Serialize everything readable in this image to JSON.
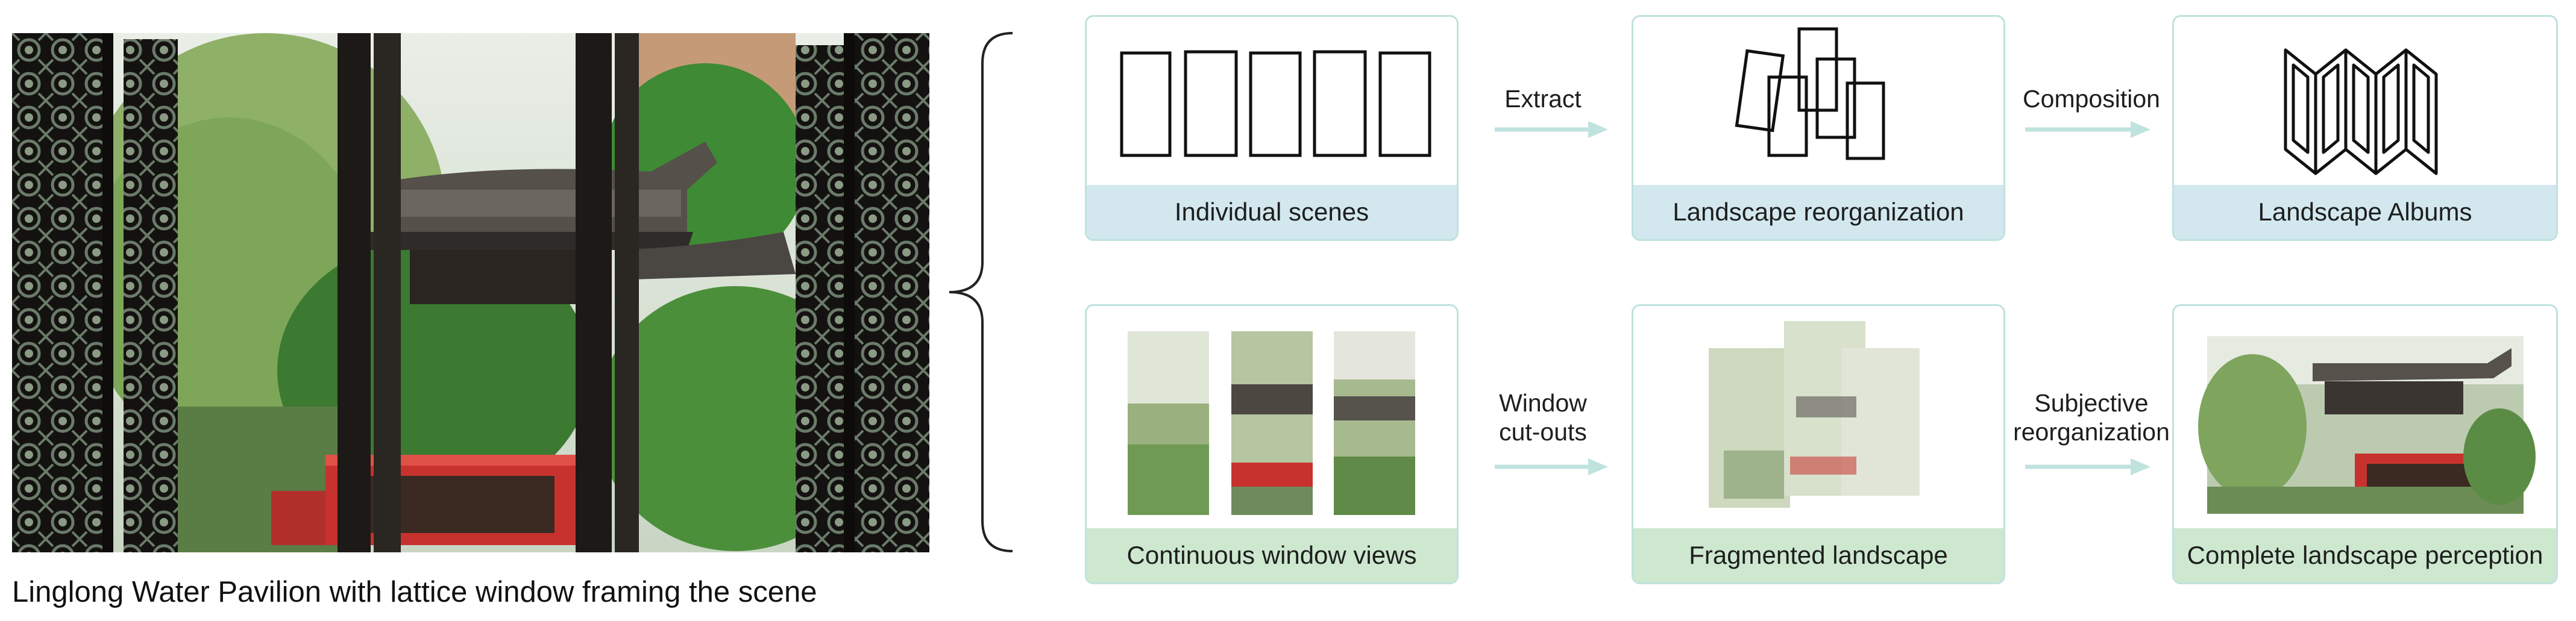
{
  "photo": {
    "caption": "Linglong Water Pavilion with lattice window framing the scene"
  },
  "top_row": {
    "individual_scenes": "Individual scenes",
    "arrow1": "Extract",
    "landscape_reorganization": "Landscape reorganization",
    "arrow2": "Composition",
    "landscape_albums": "Landscape Albums"
  },
  "bottom_row": {
    "continuous_window_views": "Continuous window views",
    "arrow1_line1": "Window",
    "arrow1_line2": "cut-outs",
    "fragmented_landscape": "Fragmented landscape",
    "arrow2_line1": "Subjective",
    "arrow2_line2": "reorganization",
    "complete_landscape_perception": "Complete landscape perception"
  },
  "colors": {
    "card_border": "#bfe2de",
    "top_band": "#d2e8ee",
    "bottom_band": "#cde8cf",
    "arrow": "#bfe3df",
    "lattice": "#15130f",
    "rail": "#c8322e"
  }
}
